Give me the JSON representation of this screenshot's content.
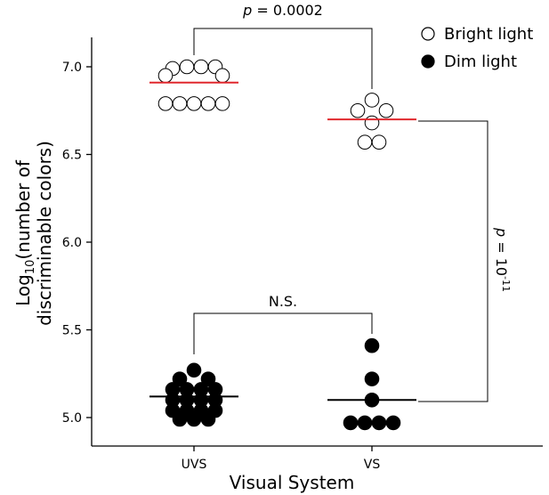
{
  "chart_data": {
    "type": "scatter",
    "xlabel": "Visual System",
    "ylabel_main": "Log",
    "ylabel_sub": "10",
    "ylabel_rest": "(number of",
    "ylabel_line2": "discriminable colors)",
    "categories": [
      "UVS",
      "VS"
    ],
    "ylim": [
      4.85,
      7.2
    ],
    "yticks": [
      5.0,
      5.5,
      6.0,
      6.5,
      7.0
    ],
    "ytick_labels": [
      "5.0",
      "5.5",
      "6.0",
      "6.5",
      "7.0"
    ],
    "colors": {
      "bright_fill": "#ffffff",
      "dim_fill": "#000000",
      "bright_mean": "#e0282e",
      "dim_mean": "#000000"
    },
    "series": [
      {
        "name": "Bright light",
        "category": "UVS",
        "mean": 6.91,
        "points": [
          {
            "dx": -1.5,
            "y": 6.99
          },
          {
            "dx": -0.5,
            "y": 7.0
          },
          {
            "dx": 0.5,
            "y": 7.0
          },
          {
            "dx": 1.5,
            "y": 7.0
          },
          {
            "dx": -2,
            "y": 6.95
          },
          {
            "dx": 2,
            "y": 6.95
          },
          {
            "dx": -2,
            "y": 6.79
          },
          {
            "dx": -1,
            "y": 6.79
          },
          {
            "dx": 0,
            "y": 6.79
          },
          {
            "dx": 1,
            "y": 6.79
          },
          {
            "dx": 2,
            "y": 6.79
          }
        ]
      },
      {
        "name": "Bright light",
        "category": "VS",
        "mean": 6.7,
        "points": [
          {
            "dx": 0,
            "y": 6.81
          },
          {
            "dx": -1,
            "y": 6.75
          },
          {
            "dx": 1,
            "y": 6.75
          },
          {
            "dx": 0,
            "y": 6.68
          },
          {
            "dx": -0.5,
            "y": 6.57
          },
          {
            "dx": 0.5,
            "y": 6.57
          }
        ]
      },
      {
        "name": "Dim light",
        "category": "UVS",
        "mean": 5.12,
        "points": [
          {
            "dx": 0,
            "y": 5.27
          },
          {
            "dx": -1,
            "y": 5.22
          },
          {
            "dx": 1,
            "y": 5.22
          },
          {
            "dx": -1.5,
            "y": 5.16
          },
          {
            "dx": -0.5,
            "y": 5.16
          },
          {
            "dx": 0.5,
            "y": 5.16
          },
          {
            "dx": 1.5,
            "y": 5.16
          },
          {
            "dx": -1.5,
            "y": 5.1
          },
          {
            "dx": -0.5,
            "y": 5.1
          },
          {
            "dx": 0.5,
            "y": 5.1
          },
          {
            "dx": 1.5,
            "y": 5.1
          },
          {
            "dx": -1.5,
            "y": 5.04
          },
          {
            "dx": -0.5,
            "y": 5.04
          },
          {
            "dx": 0.5,
            "y": 5.04
          },
          {
            "dx": 1.5,
            "y": 5.04
          },
          {
            "dx": -1,
            "y": 4.99
          },
          {
            "dx": 0,
            "y": 4.99
          },
          {
            "dx": 1,
            "y": 4.99
          }
        ]
      },
      {
        "name": "Dim light",
        "category": "VS",
        "mean": 5.1,
        "points": [
          {
            "dx": 0,
            "y": 5.41
          },
          {
            "dx": 0,
            "y": 5.22
          },
          {
            "dx": 0,
            "y": 5.1
          },
          {
            "dx": -1.5,
            "y": 4.97
          },
          {
            "dx": -0.5,
            "y": 4.97
          },
          {
            "dx": 0.5,
            "y": 4.97
          },
          {
            "dx": 1.5,
            "y": 4.97
          }
        ]
      }
    ],
    "legend": {
      "placement": "top-right",
      "entries": [
        {
          "label": "Bright light",
          "fill": "#ffffff"
        },
        {
          "label": "Dim light",
          "fill": "#000000"
        }
      ]
    },
    "annotations": {
      "top": {
        "p_label": "p",
        "rest": " = 0.0002"
      },
      "middle": {
        "label": "N.S."
      },
      "right": {
        "p_label": "p",
        "eq": " = 10",
        "sup": "-11"
      }
    }
  }
}
